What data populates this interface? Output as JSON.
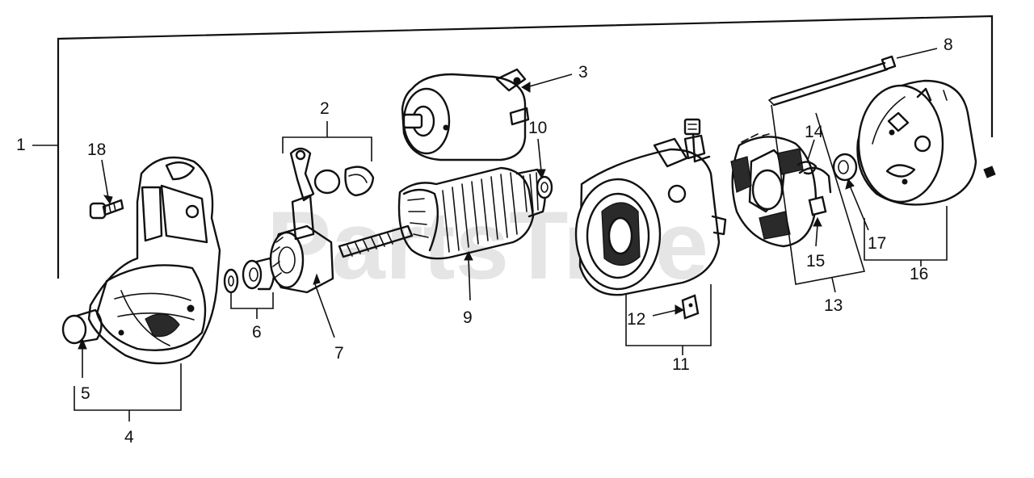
{
  "watermark": "PartsTree",
  "callouts": {
    "c1": "1",
    "c2": "2",
    "c3": "3",
    "c4": "4",
    "c5": "5",
    "c6": "6",
    "c7": "7",
    "c8": "8",
    "c9": "9",
    "c10": "10",
    "c11": "11",
    "c12": "12",
    "c13": "13",
    "c14": "14",
    "c15": "15",
    "c16": "16",
    "c17": "17",
    "c18": "18"
  },
  "colors": {
    "ink": "#111111",
    "background": "#ffffff",
    "watermark": "#cfcfcf"
  }
}
